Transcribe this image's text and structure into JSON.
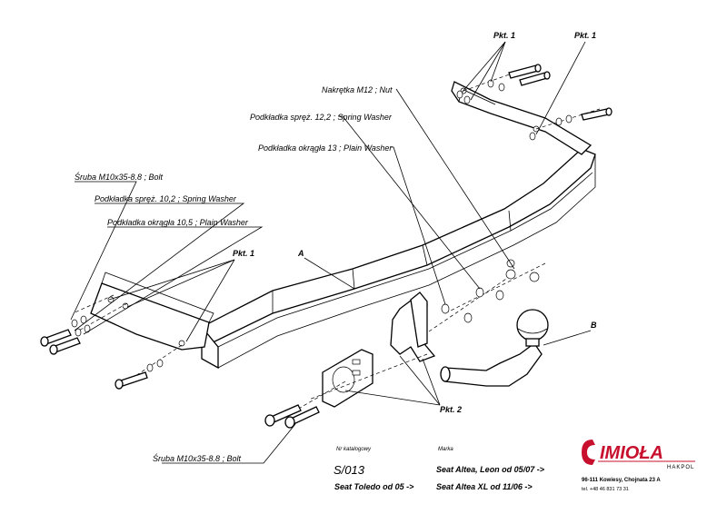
{
  "labels": {
    "pkt1_top_left": "Pkt. 1",
    "pkt1_top_right": "Pkt. 1",
    "pkt1_mid": "Pkt. 1",
    "pkt2": "Pkt. 2",
    "part_a": "A",
    "part_b": "B",
    "nut": "Nakrętka  M12 ; Nut",
    "spring_washer_12": "Podkładka spręż. 12,2 ; Spring Washer",
    "plain_washer_13": "Podkładka okrągła 13 ; Plain Washer",
    "bolt_top": "Śruba M10x35-8.8  ;  Bolt",
    "spring_washer_10": "Podkładka spręż. 10,2 ; Spring Washer",
    "plain_washer_10": "Podkładka okrągła 10,5 ; Plain Washer",
    "bolt_bottom": "Śruba M10x35-8.8  ;  Bolt"
  },
  "info": {
    "catalog_label": "Nr katalogowy",
    "catalog_no": "S/013",
    "brand_label": "Marka",
    "row1": "Seat Altea, Leon  od 05/07 ->",
    "row2_left": "Seat Toledo od 05 ->",
    "row2_right": "Seat Altea XL     od 11/06 ->"
  },
  "company": {
    "logo": "IMIOŁA",
    "sub": "HAKPOL",
    "address": "96-111 Kowiesy, Chojnata 23 A",
    "phone": "tel. +48 46 831 73 31"
  }
}
